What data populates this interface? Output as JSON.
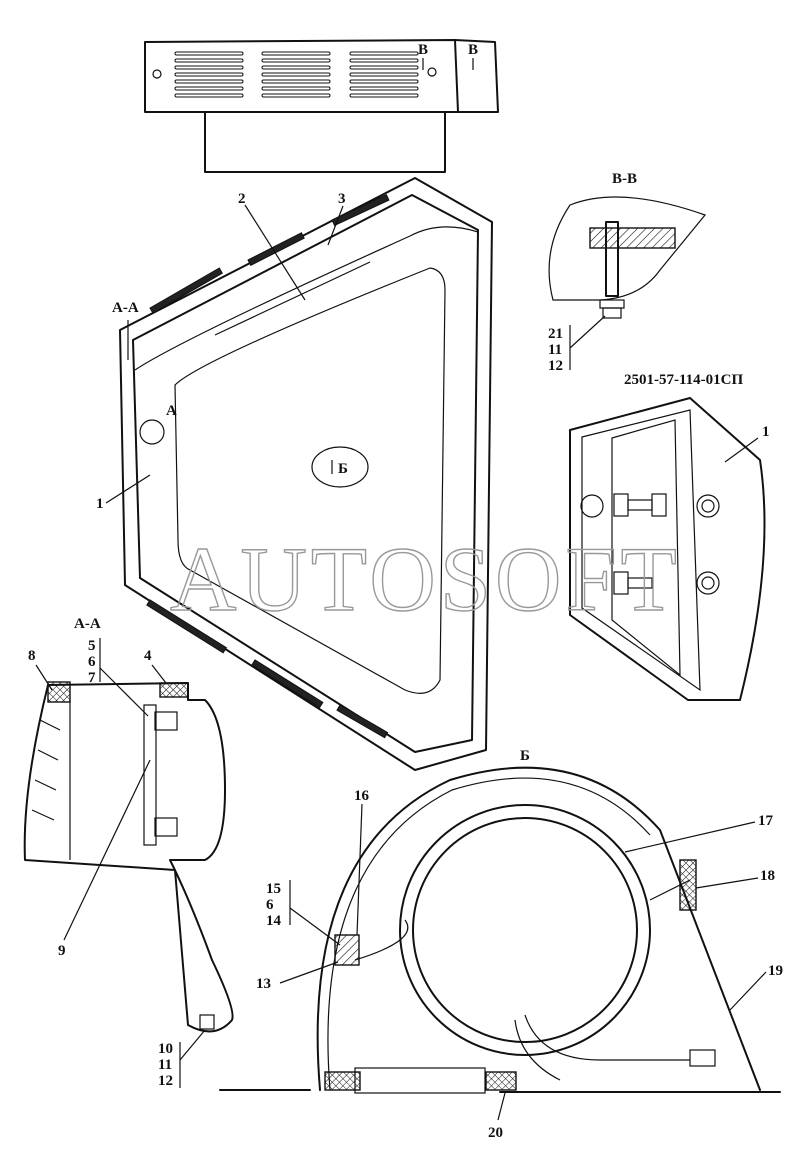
{
  "watermark": "AUTOSOFT",
  "document_code": "2501-57-114-01СП",
  "top_view": {
    "section_mark_1": "В",
    "section_mark_2": "В"
  },
  "main_view": {
    "pos_1": "1",
    "pos_2": "2",
    "pos_3": "3",
    "section_aa": "А-А",
    "section_a": "А",
    "view_b": "Б"
  },
  "section_bb": {
    "title": "В-В",
    "callout": [
      "21",
      "11",
      "12"
    ]
  },
  "detail_right": {
    "pos_1": "1"
  },
  "section_aa": {
    "title": "А-А",
    "callout_567": [
      "5",
      "6",
      "7"
    ],
    "pos_8": "8",
    "pos_4": "4",
    "pos_9": "9",
    "callout_bottom": [
      "10",
      "11",
      "12"
    ]
  },
  "view_b": {
    "title": "Б",
    "pos_16": "16",
    "pos_17": "17",
    "callout_left": [
      "15",
      "6",
      "14"
    ],
    "pos_13": "13",
    "pos_18": "18",
    "pos_19": "19",
    "pos_20": "20"
  }
}
